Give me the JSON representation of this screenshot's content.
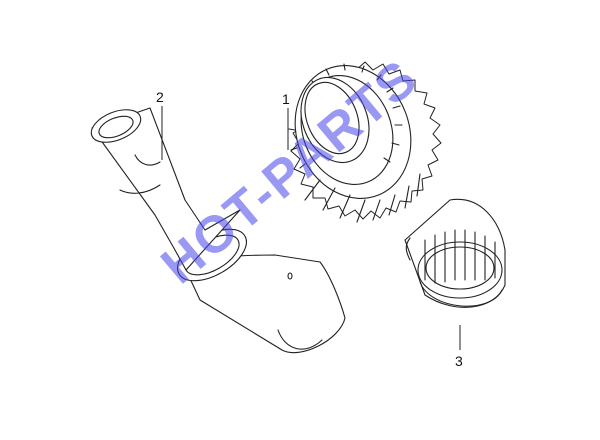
{
  "callouts": [
    {
      "id": "1",
      "label": "1"
    },
    {
      "id": "2",
      "label": "2"
    },
    {
      "id": "3",
      "label": "3"
    }
  ],
  "watermark": {
    "text": "HOT-PARTS"
  },
  "colors": {
    "line": "#222222",
    "watermark": "#4646eb",
    "background": "#ffffff"
  }
}
